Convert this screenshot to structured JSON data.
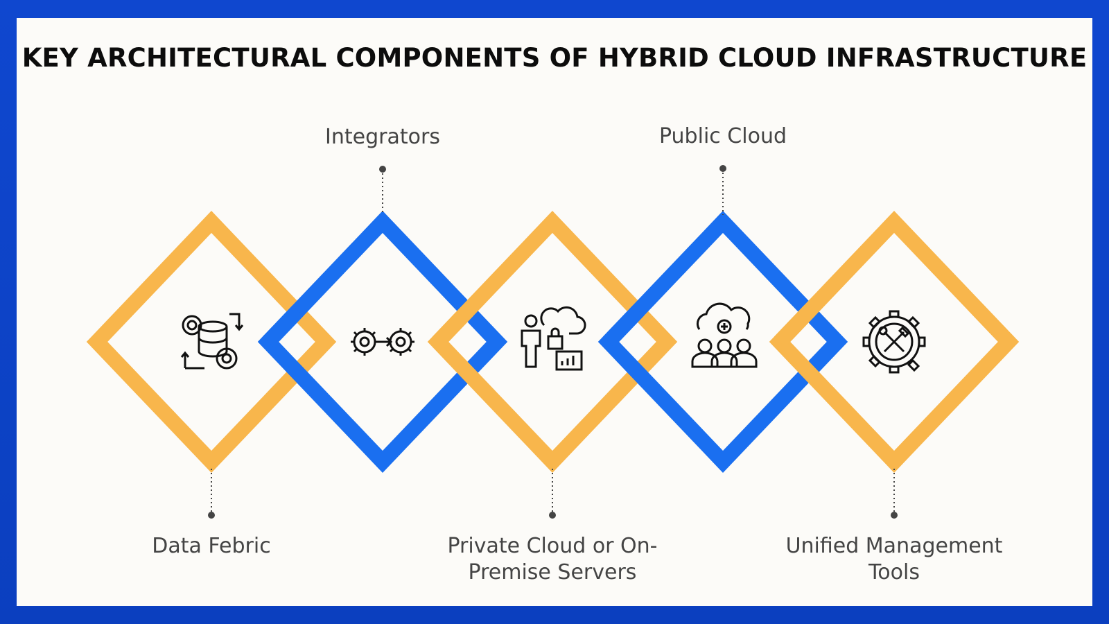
{
  "title": "KEY ARCHITECTURAL COMPONENTS OF HYBRID CLOUD INFRASTRUCTURE",
  "colors": {
    "orange": "#f8b64c",
    "blue": "#1a6ff0",
    "frame": "#0f47cf",
    "card": "#fcfbf8"
  },
  "components": [
    {
      "label": "Data Febric",
      "icon": "data-gears-icon",
      "color": "orange",
      "side": "bottom"
    },
    {
      "label": "Integrators",
      "icon": "gears-link-icon",
      "color": "blue",
      "side": "top"
    },
    {
      "label": "Private Cloud or On-Premise Servers",
      "icon": "secure-cloud-person-icon",
      "color": "orange",
      "side": "bottom"
    },
    {
      "label": "Public Cloud",
      "icon": "cloud-users-icon",
      "color": "blue",
      "side": "top"
    },
    {
      "label": "Unified Management Tools",
      "icon": "gear-tools-icon",
      "color": "orange",
      "side": "bottom"
    }
  ]
}
